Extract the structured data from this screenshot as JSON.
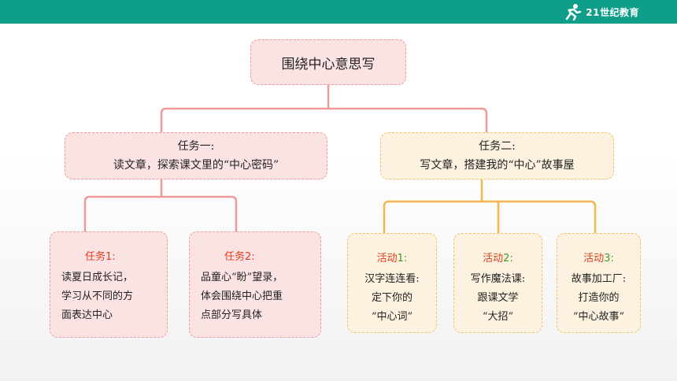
{
  "root": {
    "title": "围绕中心意思写"
  },
  "tasks": [
    {
      "title": "任务一:",
      "desc": "读文章，探索课文里的“中心密码”"
    },
    {
      "title": "任务二:",
      "desc": "写文章，搭建我的“中心”故事屋"
    }
  ],
  "task1_leaves": [
    {
      "tag": "任务",
      "num": "1:",
      "lines": [
        "读夏日成长记，",
        "学习从不同的方",
        "面表达中心"
      ]
    },
    {
      "tag": "任务",
      "num": "2:",
      "lines": [
        "品童心“盼”望录，",
        "体会围绕中心把重",
        "点部分写具体"
      ]
    }
  ],
  "task2_leaves": [
    {
      "tag": "活动",
      "num": "1",
      "colon": ":",
      "lines": [
        "汉字连连看:",
        "定下你的",
        "“中心词”"
      ]
    },
    {
      "tag": "活动",
      "num": "2",
      "colon": ":",
      "lines": [
        "写作魔法课:",
        "跟课文学",
        "“大招”"
      ]
    },
    {
      "tag": "活动",
      "num": "3",
      "colon": ":",
      "lines": [
        "故事加工厂:",
        "打造你的",
        "“中心故事”"
      ]
    }
  ],
  "colors": {
    "header": "#0f9e8a",
    "pink_line": "#ef9a9a",
    "gold_line": "#f2b84b",
    "red_text": "#e03c1e",
    "green_text": "#3a9d2f"
  },
  "logo": {
    "text": "21世纪教育",
    "icon": "runner-icon"
  }
}
